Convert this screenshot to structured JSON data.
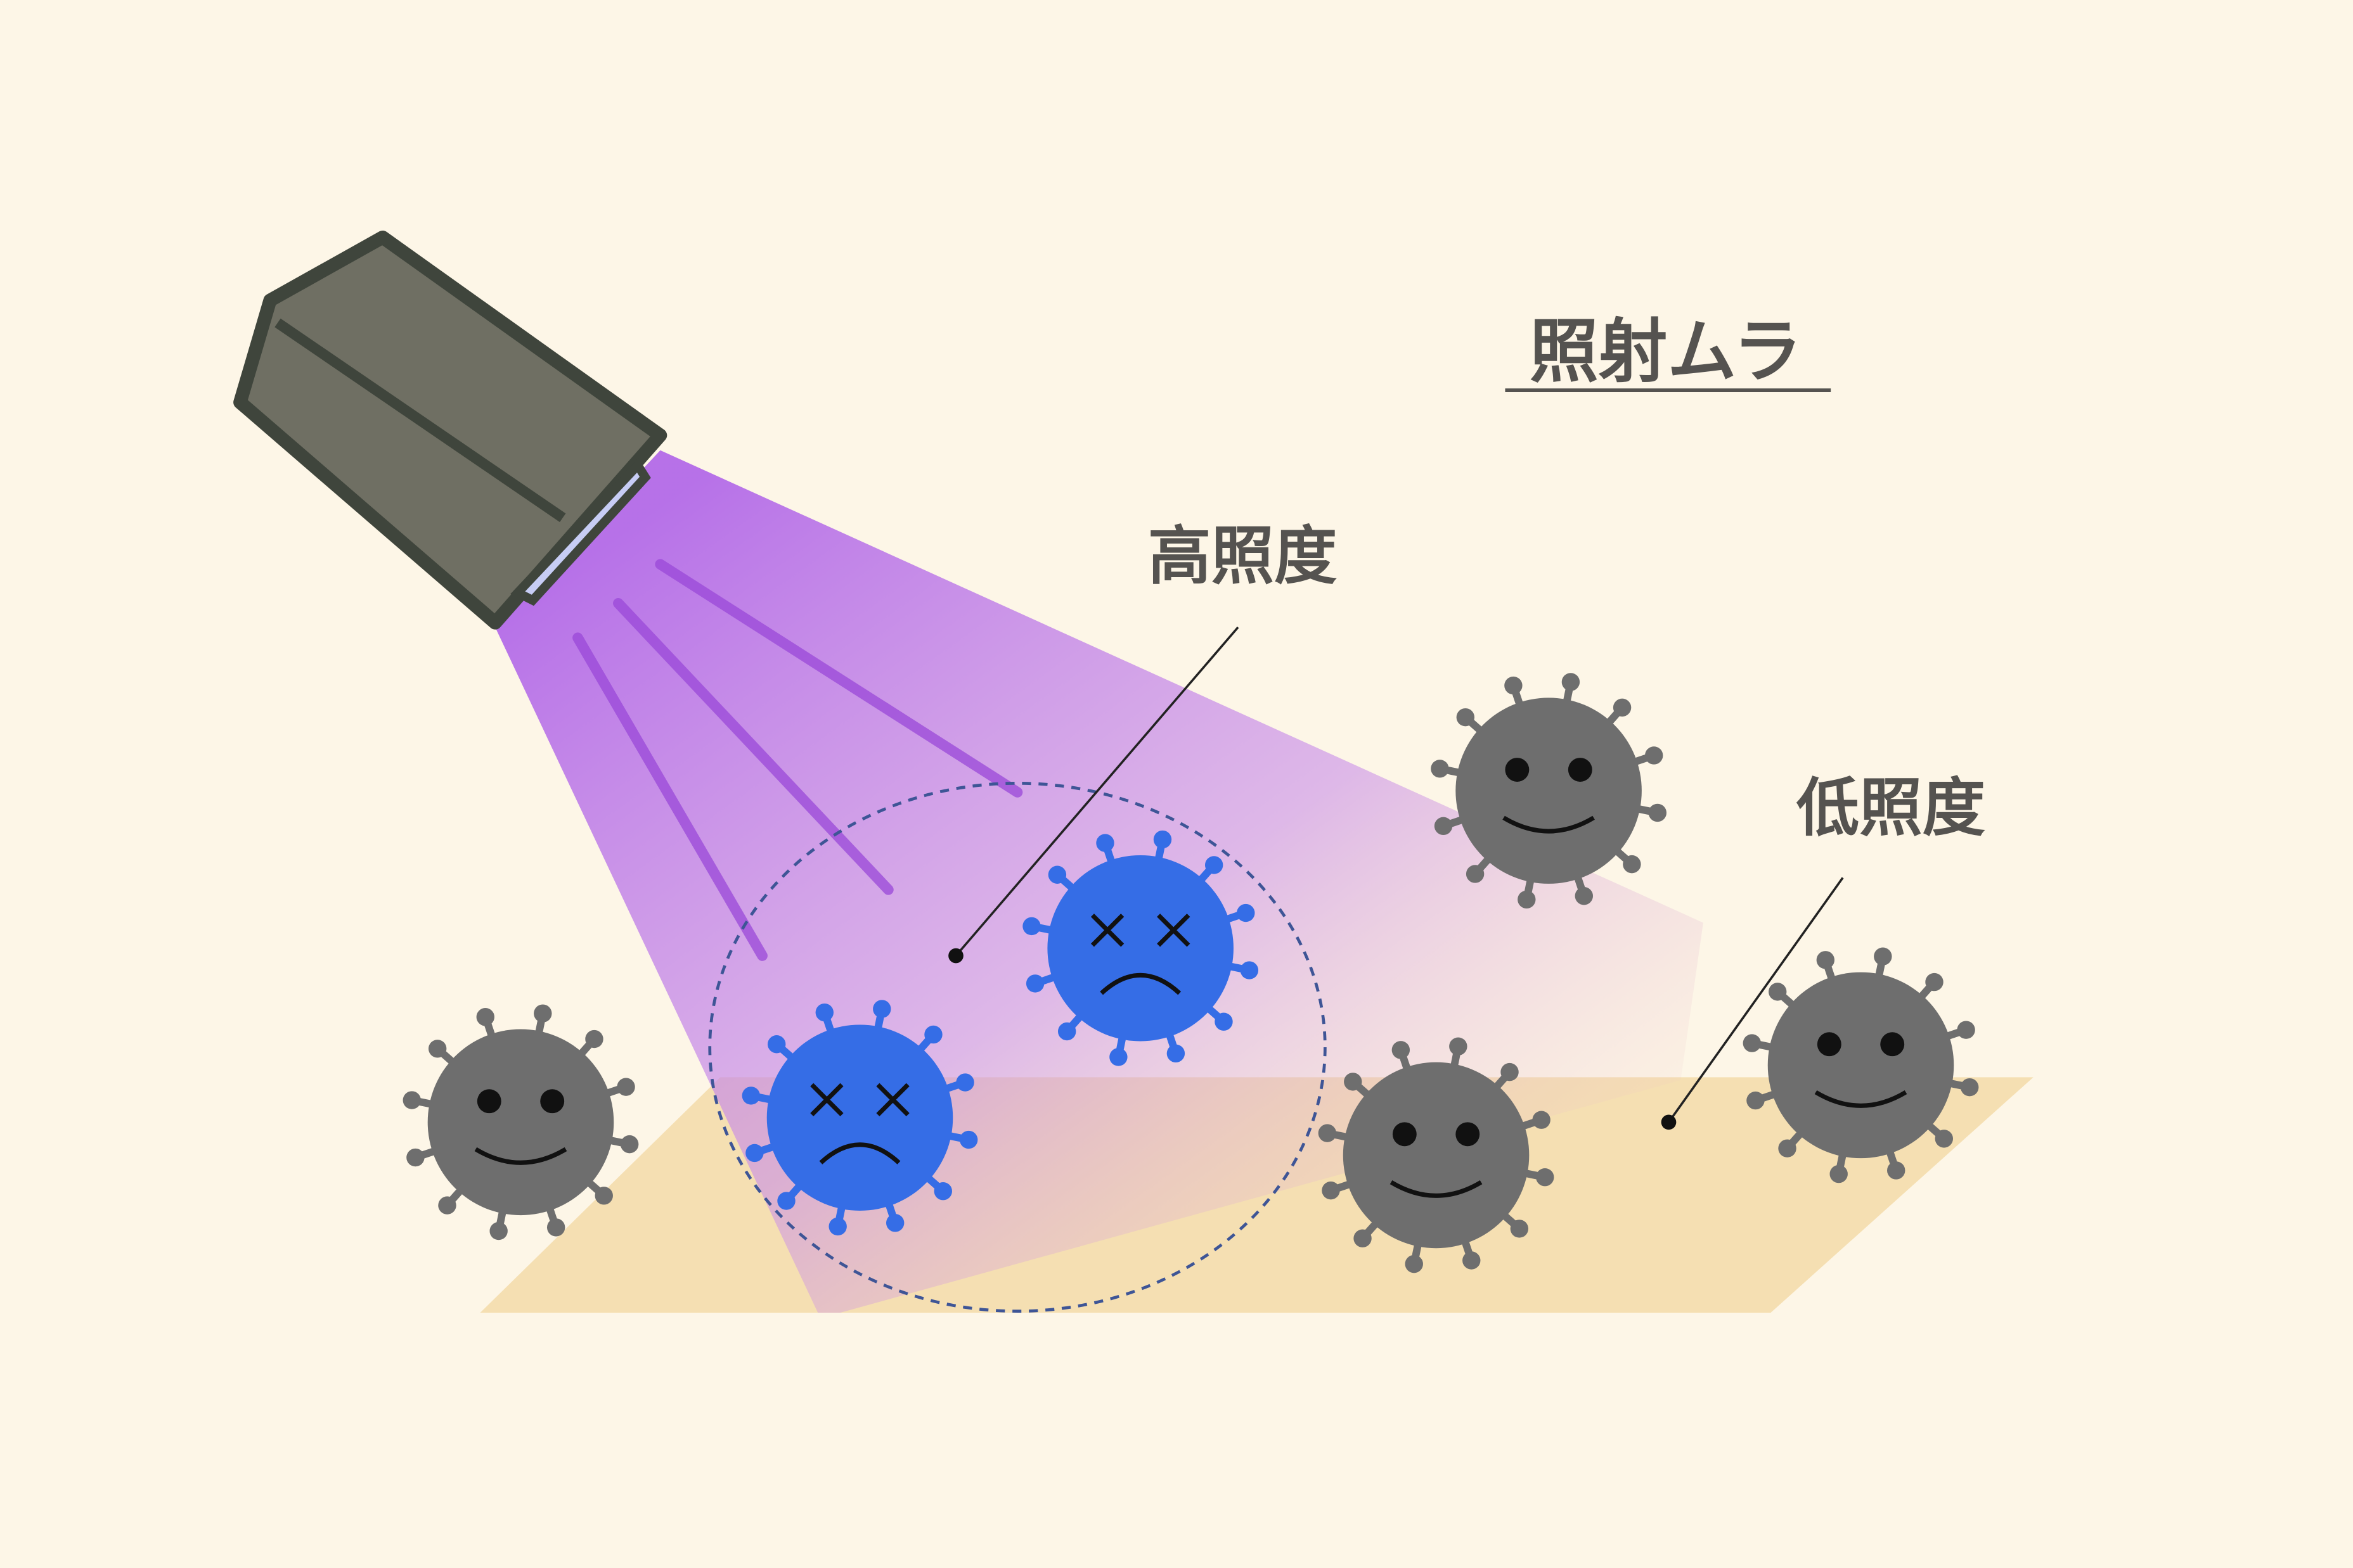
{
  "title": "照射ムラ",
  "labels": {
    "high": "高照度",
    "low": "低照度"
  },
  "colors": {
    "background": "#fdf6e7",
    "beam": "#b36ae8",
    "floor": "#f5dfb2",
    "virus_alive": "#6e6e6e",
    "virus_dead": "#356de6",
    "lamp_body": "#6f6f63",
    "lamp_outline": "#3f453c",
    "lens": "#c7cdf5"
  },
  "viruses": [
    {
      "state": "alive"
    },
    {
      "state": "alive"
    },
    {
      "state": "alive"
    },
    {
      "state": "alive"
    },
    {
      "state": "dead"
    },
    {
      "state": "dead"
    }
  ]
}
